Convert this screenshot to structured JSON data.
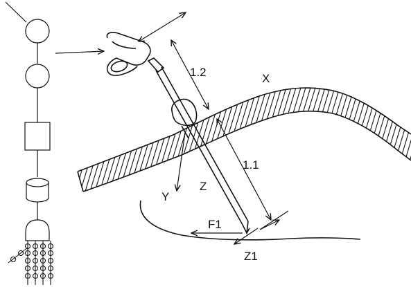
{
  "labels": {
    "x": "X",
    "y": "Y",
    "z": "Z",
    "z1": "Z1",
    "f1": "F1",
    "d11": "1.1",
    "d12": "1.2"
  },
  "colors": {
    "stroke": "#111111",
    "background": "#ffffff"
  }
}
